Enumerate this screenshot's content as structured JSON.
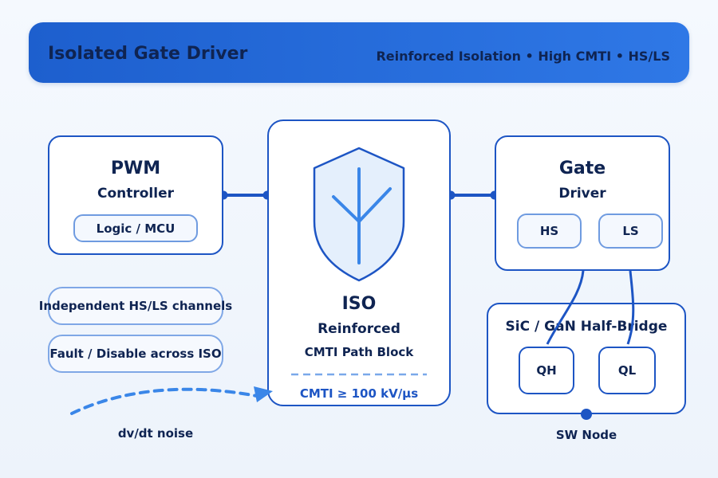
{
  "header": {
    "title": "Isolated Gate Driver",
    "subtitle": "Reinforced Isolation • High CMTI • HS/LS"
  },
  "pwm": {
    "title": "PWM",
    "subtitle": "Controller",
    "logic": "Logic / MCU"
  },
  "iso": {
    "title": "ISO",
    "subtitle": "Reinforced",
    "detail": "CMTI Path Block",
    "cmti": "CMTI ≥ 100 kV/µs"
  },
  "gate_driver": {
    "title": "Gate",
    "subtitle": "Driver",
    "hs": "HS",
    "ls": "LS"
  },
  "half_bridge": {
    "title": "SiC / GaN Half-Bridge",
    "qh": "QH",
    "ql": "QL",
    "node_label": "SW Node"
  },
  "notes": {
    "channels": "Independent HS/LS channels",
    "fault": "Fault / Disable across ISO"
  },
  "noise": {
    "label": "dv/dt noise"
  },
  "icons": {
    "shield": "shield-icon",
    "noise_arrow": "dashed-arrow-icon"
  },
  "colors": {
    "header_bg": "#2f78e6",
    "border": "#1d55c4",
    "accent": "#3a86e8",
    "text": "#0f2452"
  }
}
